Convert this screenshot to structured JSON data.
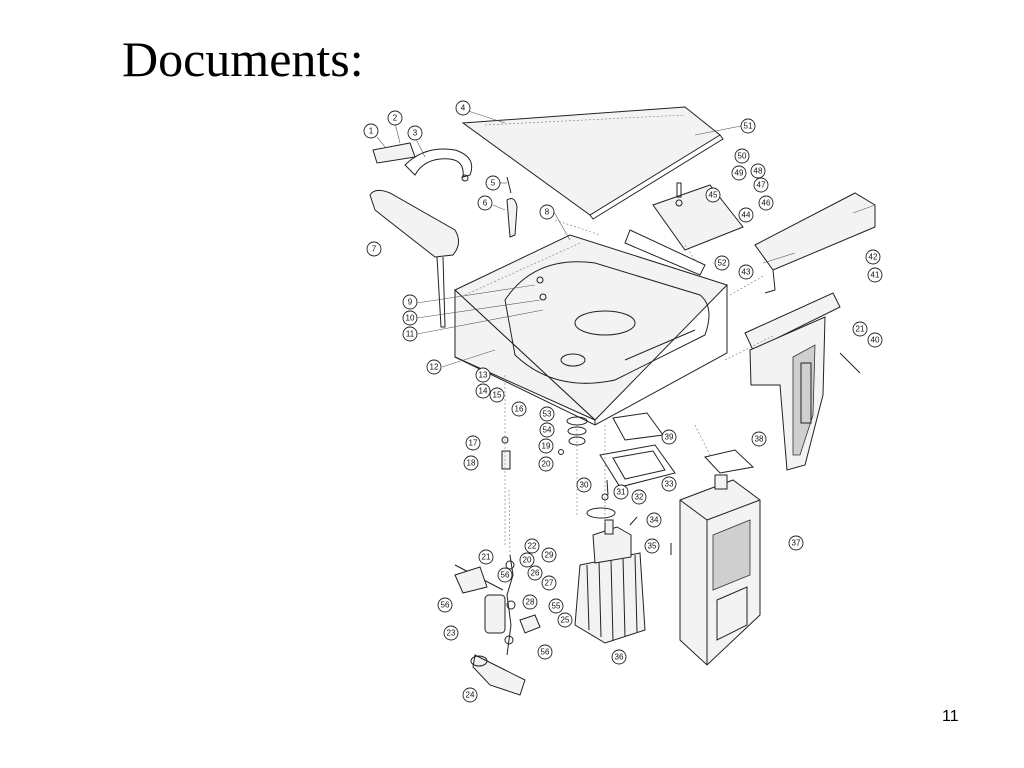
{
  "slide": {
    "title": "Documents:",
    "page_number": "11"
  },
  "diagram": {
    "callouts": [
      "1",
      "2",
      "3",
      "4",
      "5",
      "6",
      "7",
      "8",
      "9",
      "10",
      "11",
      "12",
      "13",
      "14",
      "15",
      "16",
      "17",
      "18",
      "19",
      "20",
      "20",
      "21",
      "21",
      "22",
      "23",
      "24",
      "25",
      "26",
      "27",
      "28",
      "29",
      "30",
      "31",
      "32",
      "33",
      "34",
      "35",
      "36",
      "37",
      "38",
      "39",
      "40",
      "41",
      "42",
      "43",
      "44",
      "45",
      "46",
      "47",
      "48",
      "49",
      "50",
      "51",
      "52",
      "53",
      "54",
      "55",
      "56",
      "56",
      "56"
    ]
  }
}
